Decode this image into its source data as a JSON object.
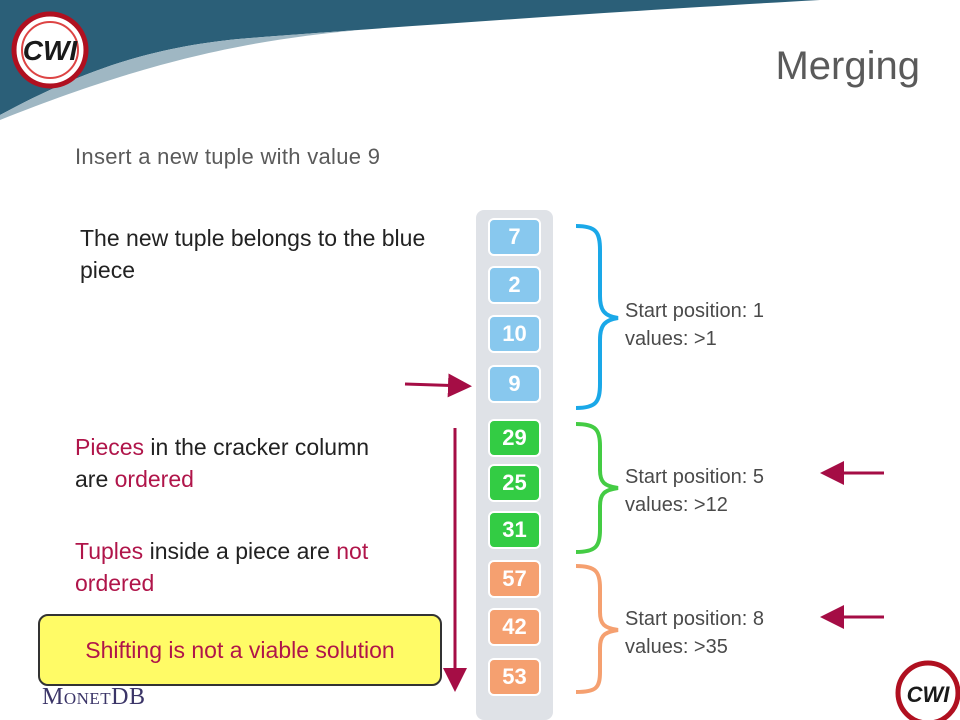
{
  "title": "Merging",
  "subtitle": "Insert a new tuple with value 9",
  "notes": {
    "belongs": "The new tuple belongs to the blue piece",
    "pieces_a": "Pieces",
    "pieces_b": " in the cracker column are ",
    "pieces_c": "ordered",
    "tuples_a": "Tuples",
    "tuples_b": " inside a piece are ",
    "tuples_c": "not ordered"
  },
  "callout": "Shifting is not a viable solution",
  "column": [
    {
      "value": "7",
      "piece": "blue"
    },
    {
      "value": "2",
      "piece": "blue"
    },
    {
      "value": "10",
      "piece": "blue"
    },
    {
      "value": "9",
      "piece": "blue"
    },
    {
      "value": "29",
      "piece": "green"
    },
    {
      "value": "25",
      "piece": "green"
    },
    {
      "value": "31",
      "piece": "green"
    },
    {
      "value": "57",
      "piece": "orange"
    },
    {
      "value": "42",
      "piece": "orange"
    },
    {
      "value": "53",
      "piece": "orange"
    }
  ],
  "pieces": [
    {
      "line1": "Start position: 1",
      "line2": "values: >1"
    },
    {
      "line1": "Start position: 5",
      "line2": "values: >12"
    },
    {
      "line1": "Start position: 8",
      "line2": "values: >35"
    }
  ],
  "colors": {
    "blue": "#88c8ee",
    "green": "#33cc44",
    "orange": "#f5a070",
    "brace_blue": "#1aa8e8",
    "brace_green": "#44cc44",
    "brace_orange": "#f5a070",
    "arrow": "#a50d45",
    "accent_red": "#b0154a",
    "callout_bg": "#fffb66"
  },
  "logos": {
    "top": "CWI",
    "bottom": "CWI",
    "brand": "MONETDB"
  }
}
